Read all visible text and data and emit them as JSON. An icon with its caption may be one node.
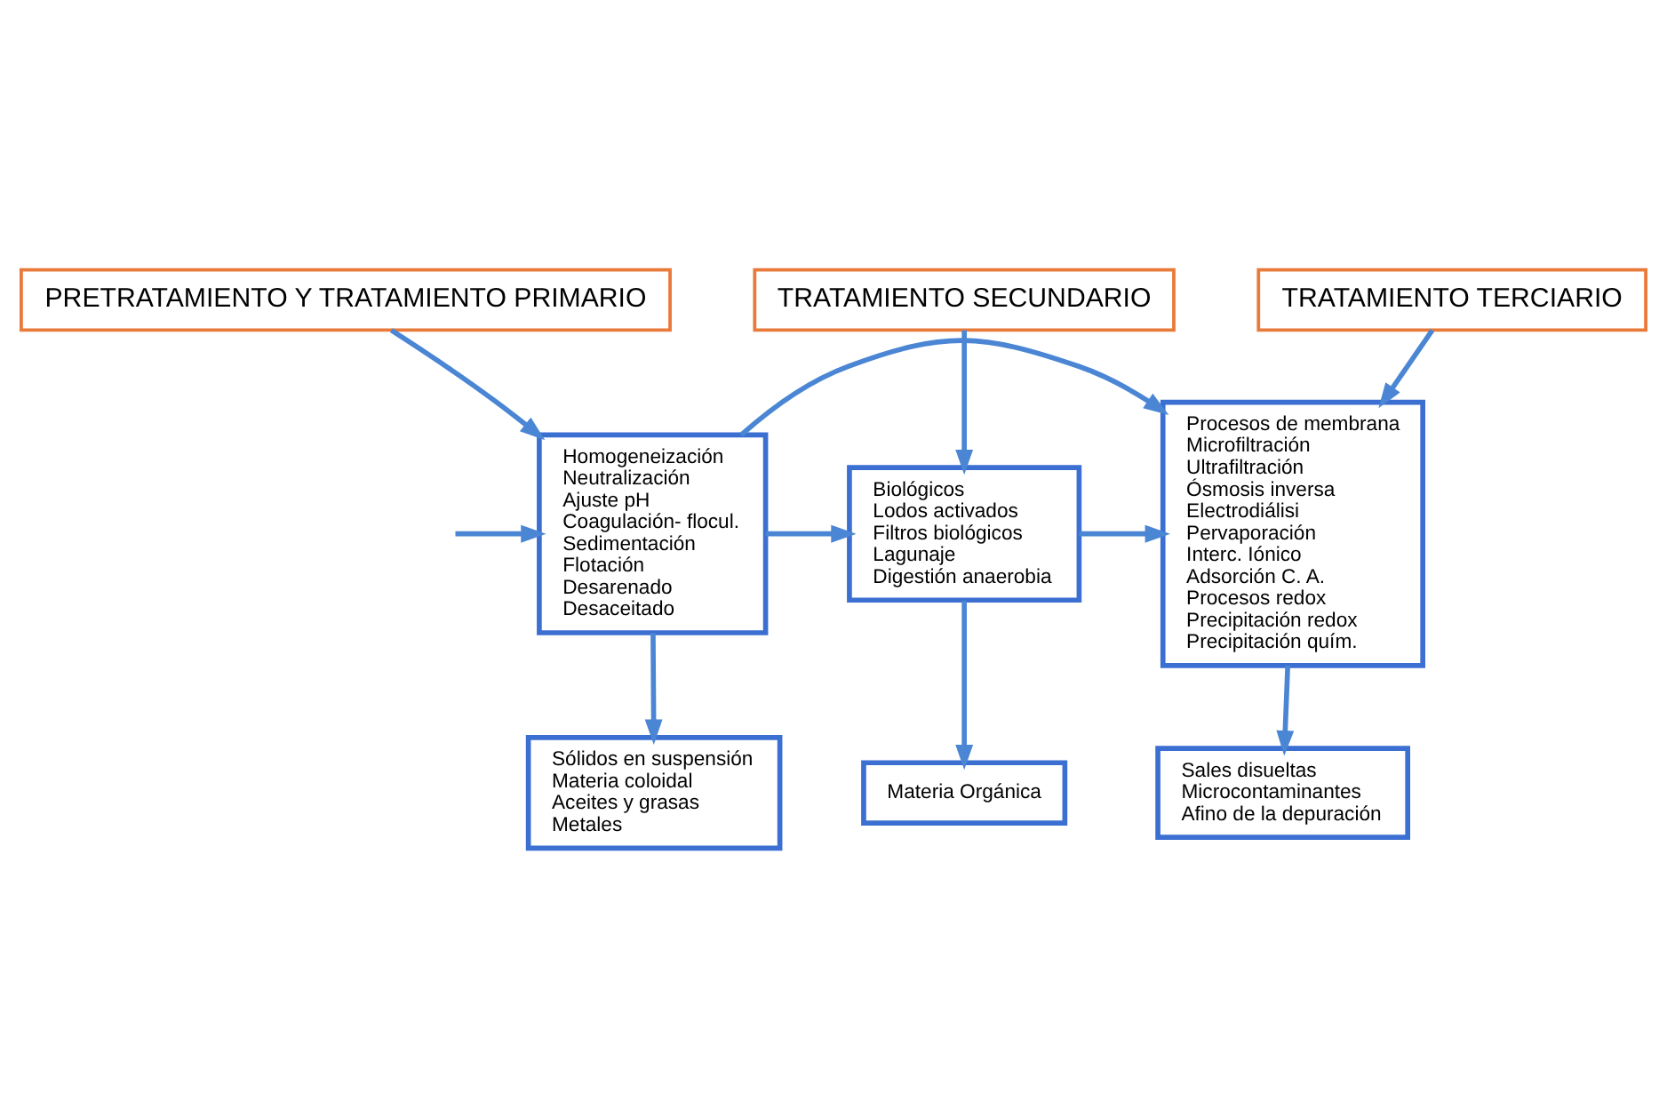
{
  "diagram": {
    "nodes": [
      {
        "text": [
          "PRETRATAMIENTO Y TRATAMIENTO PRIMARIO"
        ]
      },
      {
        "text": [
          "TRATAMIENTO SECUNDARIO"
        ]
      },
      {
        "text": [
          "TRATAMIENTO TERCIARIO"
        ]
      },
      {
        "text": [
          "Homogeneización",
          "Neutralización",
          "Ajuste pH",
          "Coagulación- flocul.",
          "Sedimentación",
          "Flotación",
          "Desarenado",
          "Desaceitado"
        ]
      },
      {
        "text": [
          "Biológicos",
          "Lodos activados",
          "Filtros biológicos",
          "Lagunaje",
          "Digestión anaerobia"
        ]
      },
      {
        "text": [
          "Procesos de membrana",
          "Microfiltración",
          "Ultrafiltración",
          "Ósmosis inversa",
          "Electrodiálisi",
          "Pervaporación",
          "Interc. Iónico",
          "Adsorción C. A.",
          "Procesos redox",
          "Precipitación redox",
          "Precipitación quím."
        ]
      },
      {
        "text": [
          "Sólidos en suspensión",
          "Materia coloidal",
          "Aceites y grasas",
          "Metales"
        ]
      },
      {
        "text": [
          "Materia Orgánica"
        ]
      },
      {
        "text": [
          "Sales disueltas",
          "Microcontaminantes",
          "Afino de la depuración"
        ]
      }
    ],
    "edges": [
      {
        "from": 0,
        "to": 3,
        "arrow": "to"
      },
      {
        "from": 1,
        "to": 4,
        "arrow": "to"
      },
      {
        "from": 2,
        "to": 5,
        "arrow": "to"
      },
      {
        "from": null,
        "to": 3,
        "arrow": "to"
      },
      {
        "from": 3,
        "to": 4,
        "arrow": "to"
      },
      {
        "from": 4,
        "to": 5,
        "arrow": "to"
      },
      {
        "from": 3,
        "to": 5,
        "arrow": "to"
      },
      {
        "from": 3,
        "to": 6,
        "arrow": "to"
      },
      {
        "from": 4,
        "to": 7,
        "arrow": "to"
      },
      {
        "from": 5,
        "to": 8,
        "arrow": "to"
      }
    ]
  }
}
